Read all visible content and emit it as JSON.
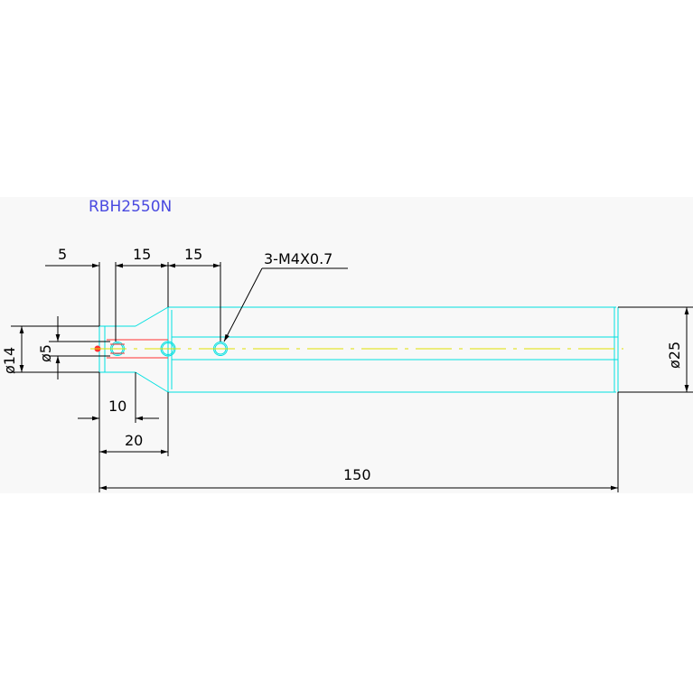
{
  "title": "RBH2550N",
  "dimensions": {
    "d5_top": "5",
    "d15_a": "15",
    "d15_b": "15",
    "thread": "3-M4X0.7",
    "dia14": "ø14",
    "dia5": "ø5",
    "dia25": "ø25",
    "d10": "10",
    "d20": "20",
    "d150": "150"
  },
  "colors": {
    "outline": "#00e0e0",
    "centerline": "#e0e000",
    "red": "#ff3030",
    "dim": "#000000",
    "title": "#4a4ae0",
    "background_band": "#f8f8f8"
  }
}
